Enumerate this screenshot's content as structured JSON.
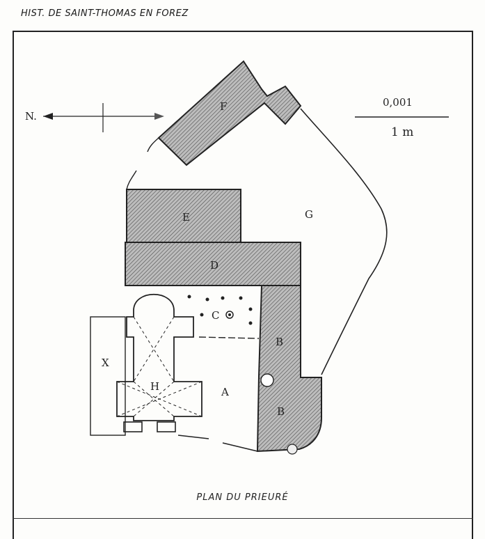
{
  "header": {
    "title": "HIST. DE SAINT-THOMAS EN FOREZ"
  },
  "caption": "PLAN DU PRIEURÉ",
  "north": {
    "label": "N."
  },
  "scale": {
    "numerator": "0,001",
    "denominator": "1 m"
  },
  "labels": {
    "F": "F",
    "E": "E",
    "G": "G",
    "D": "D",
    "C": "C",
    "B_upper": "B",
    "B_lower": "B",
    "X": "X",
    "H": "H",
    "A": "A"
  }
}
